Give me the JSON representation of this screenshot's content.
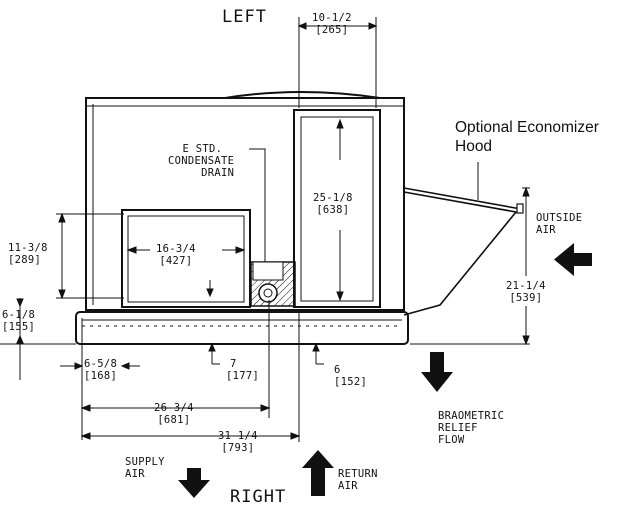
{
  "labels": {
    "left": "LEFT",
    "right": "RIGHT",
    "economizer_line1": "Optional Economizer",
    "economizer_line2": "Hood",
    "outside_air_1": "OUTSIDE",
    "outside_air_2": "AIR",
    "drain_1": "E STD.",
    "drain_2": "CONDENSATE",
    "drain_3": "DRAIN",
    "supply_1": "SUPPLY",
    "supply_2": "AIR",
    "return_1": "RETURN",
    "return_2": "AIR",
    "relief_1": "BRAOMETRIC",
    "relief_2": "RELIEF",
    "relief_3": "FLOW"
  },
  "dimensions": {
    "d_10_5": {
      "in": "10-1/2",
      "mm": "[265]"
    },
    "d_25_1": {
      "in": "25-1/8",
      "mm": "[638]"
    },
    "d_11_3": {
      "in": "11-3/8",
      "mm": "[289]"
    },
    "d_16_3": {
      "in": "16-3/4",
      "mm": "[427]"
    },
    "d_6_1": {
      "in": "6-1/8",
      "mm": "[155]"
    },
    "d_21_1": {
      "in": "21-1/4",
      "mm": "[539]"
    },
    "d_6_5": {
      "in": "6-5/8",
      "mm": "[168]"
    },
    "d_7": {
      "in": "7",
      "mm": "[177]"
    },
    "d_6": {
      "in": "6",
      "mm": "[152]"
    },
    "d_26_3": {
      "in": "26-3/4",
      "mm": "[681]"
    },
    "d_31_1": {
      "in": "31-1/4",
      "mm": "[793]"
    }
  }
}
